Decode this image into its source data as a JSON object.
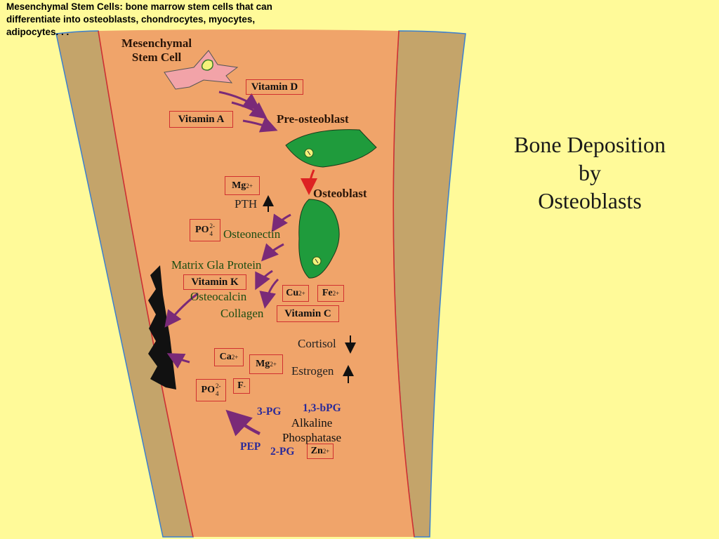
{
  "caption": "Mesenchymal Stem Cells: bone marrow stem cells that can differentiate into osteoblasts, chondrocytes, myocytes, adipocytes.  .  .",
  "title": {
    "line1": "Bone Deposition",
    "line2": "by",
    "line3": "Osteoblasts"
  },
  "cells": {
    "msc_line1": "Mesenchymal",
    "msc_line2": "Stem Cell",
    "pre_osteoblast": "Pre-osteoblast",
    "osteoblast": "Osteoblast"
  },
  "boxes": {
    "vitamin_d": "Vitamin D",
    "vitamin_a": "Vitamin A",
    "vitamin_k": "Vitamin K",
    "vitamin_c": "Vitamin C",
    "mg_top": {
      "base": "Mg",
      "charge": "2+"
    },
    "po4_top": {
      "base": "PO",
      "sub": "4",
      "charge": "2-"
    },
    "cu": {
      "base": "Cu",
      "charge": "2+"
    },
    "fe": {
      "base": "Fe",
      "charge": "2+"
    },
    "ca": {
      "base": "Ca",
      "charge": "2+"
    },
    "mg_bottom": {
      "base": "Mg",
      "charge": "2+"
    },
    "po4_bottom": {
      "base": "PO",
      "sub": "4",
      "charge": "2-"
    },
    "f": {
      "base": "F",
      "charge": "-"
    },
    "zn": {
      "base": "Zn",
      "charge": "2+"
    }
  },
  "proteins": {
    "osteonectin": "Osteonectin",
    "matrix_gla": "Matrix Gla Protein",
    "osteocalcin": "Osteocalcin",
    "collagen": "Collagen"
  },
  "hormones": {
    "pth": "PTH",
    "cortisol": "Cortisol",
    "estrogen": "Estrogen"
  },
  "enzyme": {
    "alkaline": "Alkaline",
    "phosphatase": "Phosphatase",
    "three_pg": "3-PG",
    "one_three_bpg": "1,3-bPG",
    "pep": "PEP",
    "two_pg": "2-PG"
  },
  "colors": {
    "background": "#FFFA99",
    "marrow": "#F0A46A",
    "cortex": "#C4A46A",
    "cell_green": "#1F9B3C",
    "stem_cell_pink": "#F2A3A8",
    "arrow_purple": "#7A2A78",
    "box_border": "#D03030",
    "outline_blue": "#3A7FD0",
    "deposit_black": "#111111"
  },
  "trends": {
    "pth": "up",
    "cortisol": "down",
    "estrogen": "up"
  }
}
